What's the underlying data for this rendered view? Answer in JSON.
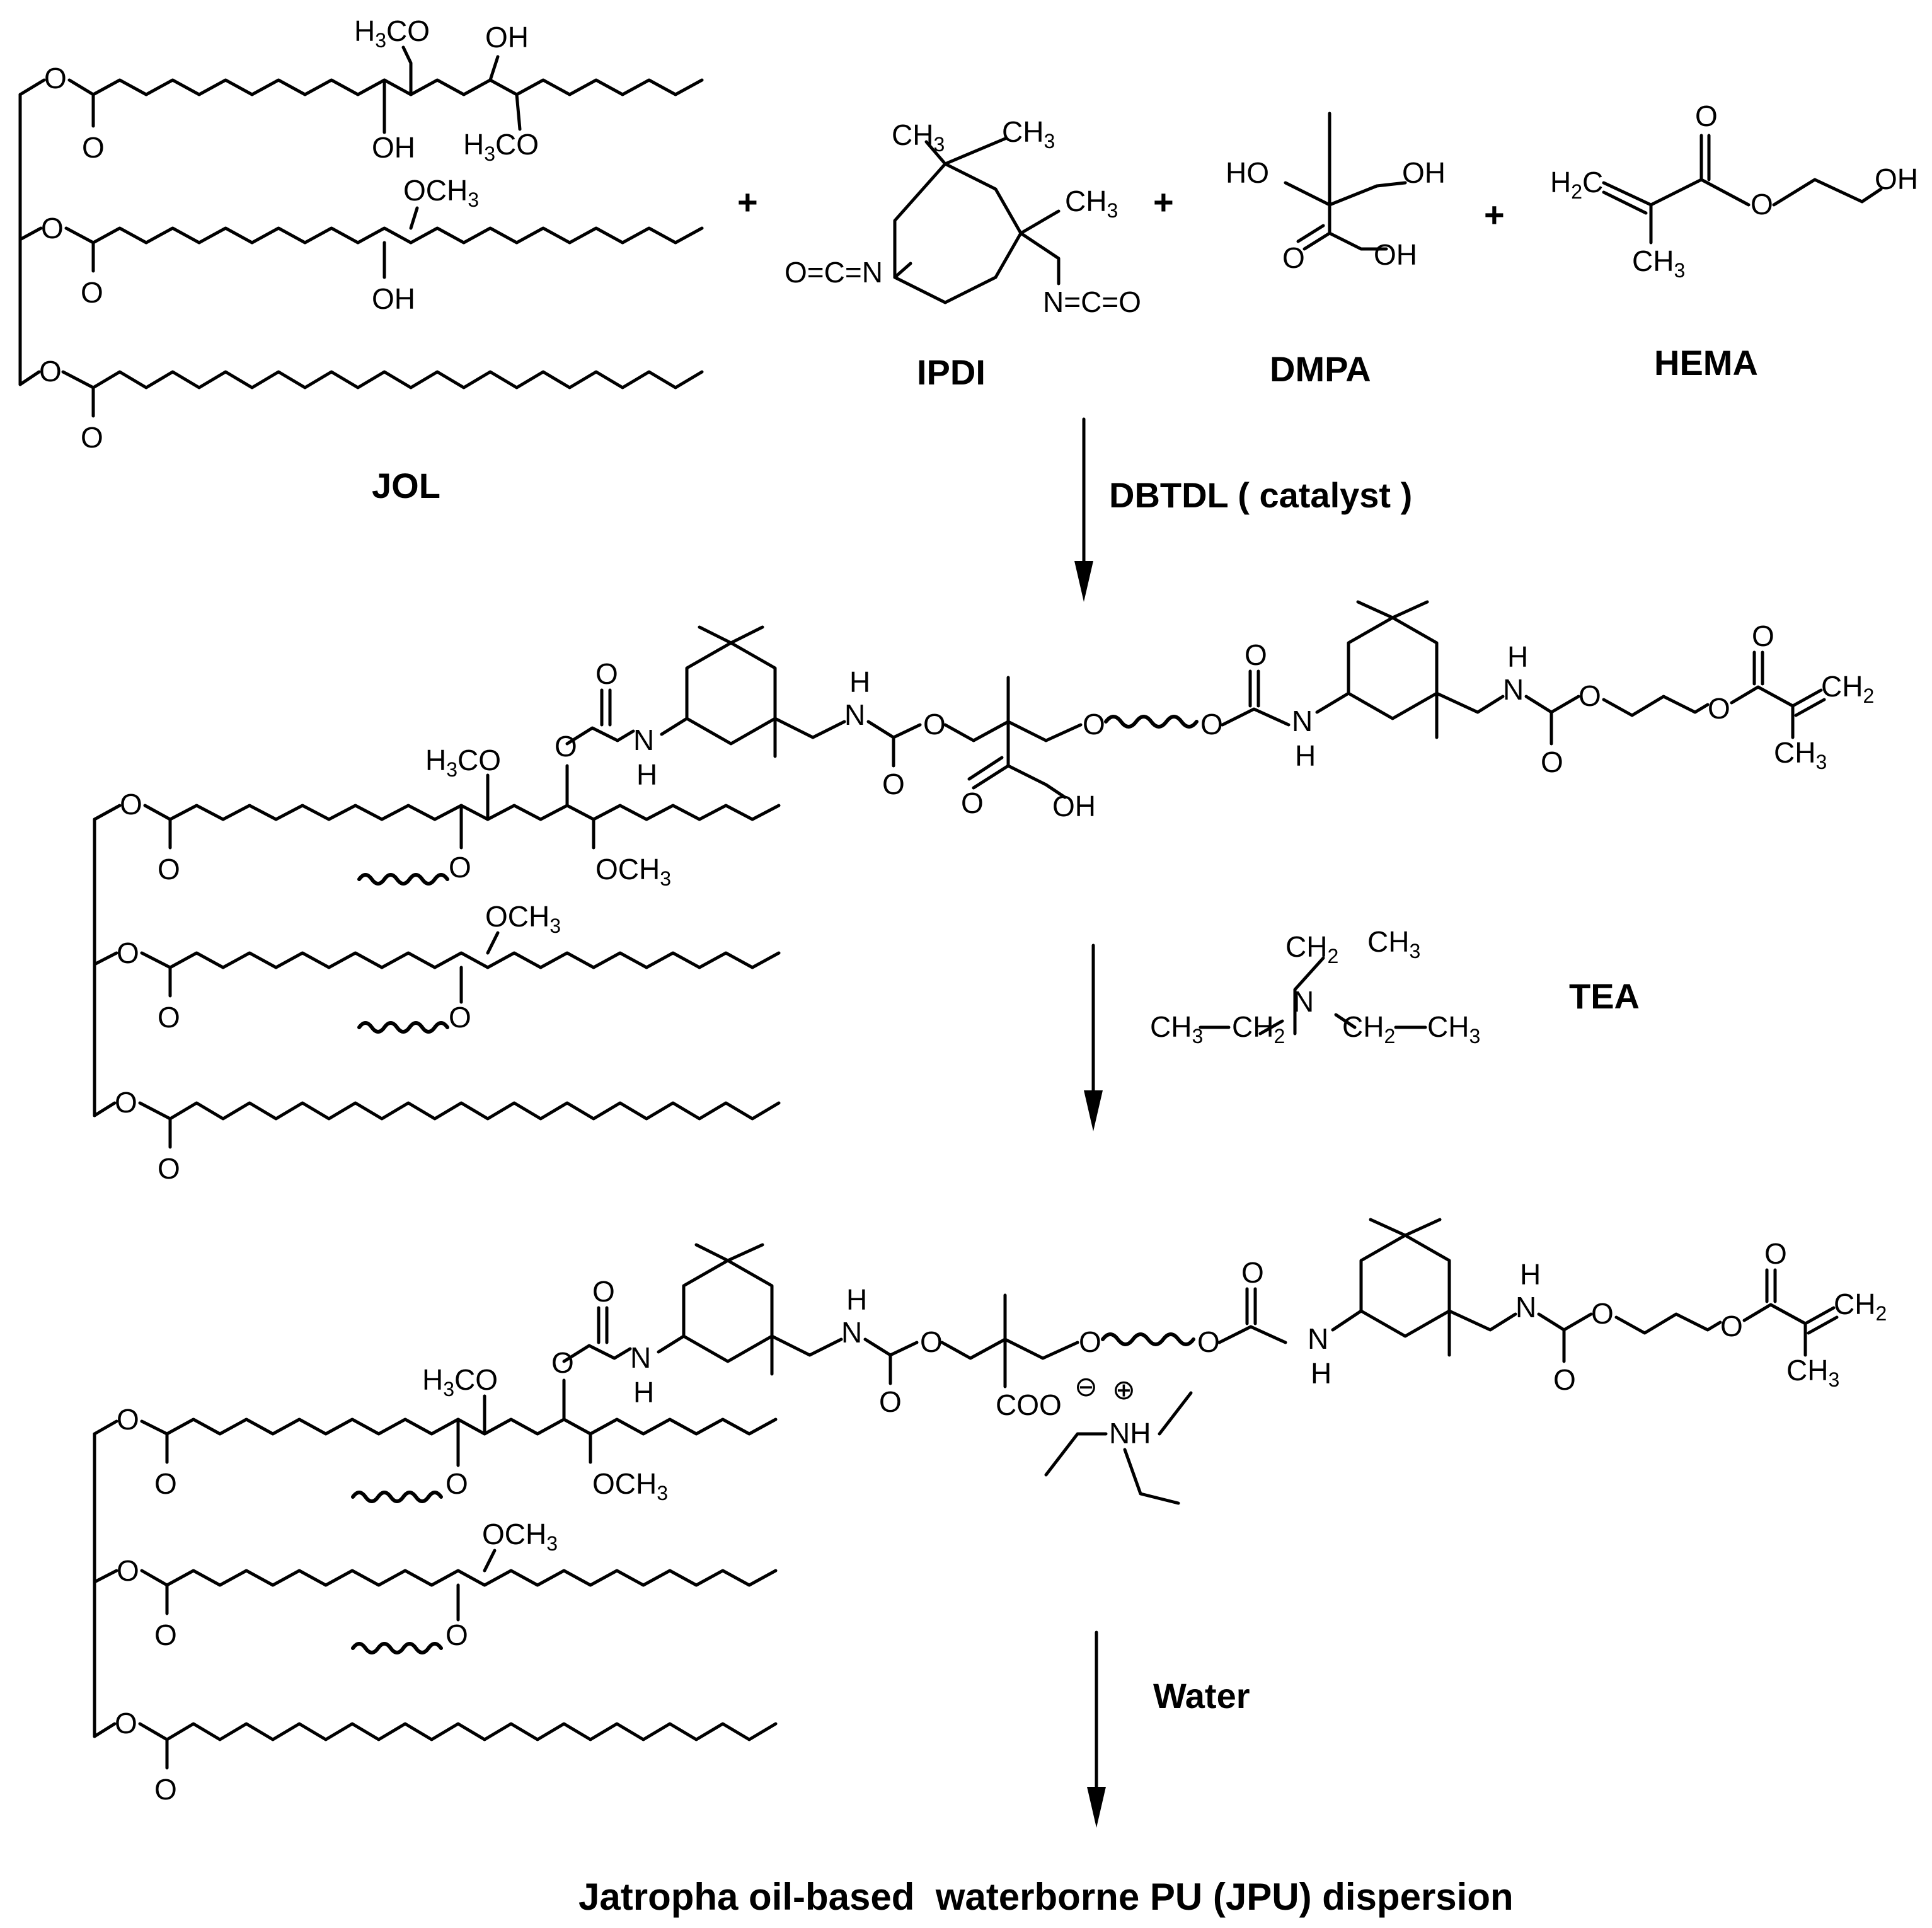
{
  "reactants": {
    "jol": "JOL",
    "ipdi": "IPDI",
    "dmpa": "DMPA",
    "hema": "HEMA",
    "plus": "+"
  },
  "steps": {
    "catalyst": "DBTDL ( catalyst )",
    "tea": "TEA",
    "water": "Water"
  },
  "product": "Jatropha oil-based  waterborne PU (JPU) dispersion",
  "atoms": {
    "O": "O",
    "OH": "OH",
    "HO": "HO",
    "N": "N",
    "H": "H",
    "NH": "NH",
    "CH": "CH",
    "C": "C",
    "H3": "H",
    "MeO": "OCH",
    "three": "3",
    "two": "2",
    "COO": "COO",
    "isoLeft": "O=C=N",
    "isoRight": "N=C=O",
    "minus": "⊖",
    "plusCharge": "⊕"
  }
}
